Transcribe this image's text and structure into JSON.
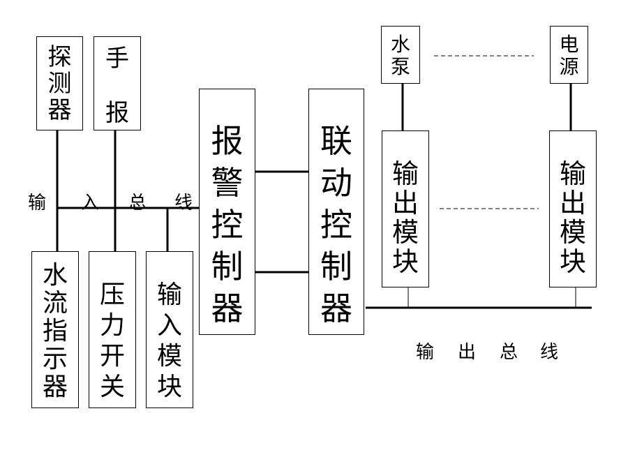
{
  "boxes": {
    "detector": "探\n测\n器",
    "manual_alarm_top": "手",
    "manual_alarm_bottom": "报",
    "water_flow": "水\n流\n指\n示\n器",
    "pressure_switch": "压\n力\n开\n关",
    "input_module": "输\n入\n模\n块",
    "alarm_controller": "报\n警\n控\n制\n器",
    "linkage_controller": "联\n动\n控\n制\n器",
    "water_pump": "水\n泵",
    "power_supply": "电\n源",
    "output_module_1": "输\n出\n模\n块",
    "output_module_2": "输\n出\n模\n块"
  },
  "input_bus": {
    "c1": "输",
    "c2": "入",
    "c3": "总",
    "c4": "线"
  },
  "output_bus": {
    "c1": "输",
    "c2": "出",
    "c3": "总",
    "c4": "线"
  }
}
